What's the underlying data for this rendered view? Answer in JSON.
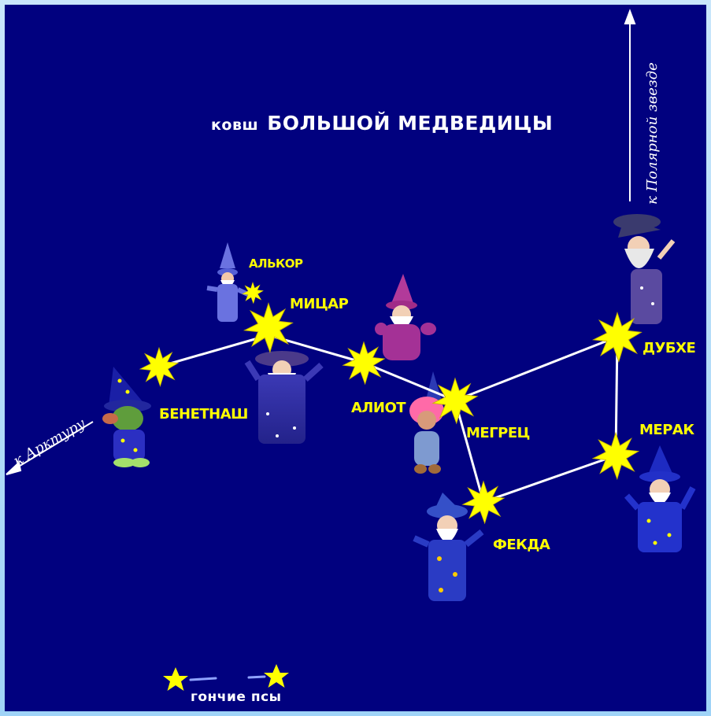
{
  "title": {
    "prefix": "ковш",
    "main": "БОЛЬШОЙ МЕДВЕДИЦЫ"
  },
  "stars": {
    "alkor": "АЛЬКОР",
    "mizar": "МИЦАР",
    "benetnash": "БЕНЕТНАШ",
    "aliot": "АЛИОТ",
    "megrez": "МЕГРЕЦ",
    "dubhe": "ДУБХЕ",
    "merak": "МЕРАК",
    "phecda": "ФЕКДА"
  },
  "arrows": {
    "arcturus": "к Арктуру",
    "polaris": "к Полярной звезде"
  },
  "legend": {
    "hunting_dogs": "гончие псы"
  },
  "colors": {
    "sky": "#01017f",
    "star": "#ffff00",
    "label": "#ffff00",
    "line": "#ffffff"
  },
  "icons": [
    "wizard-icon",
    "star-icon",
    "arrow-icon"
  ]
}
